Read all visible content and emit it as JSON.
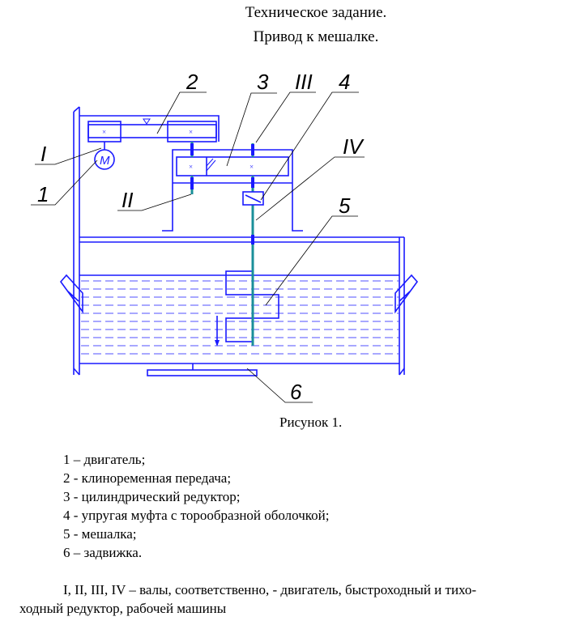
{
  "header": {
    "title": "Техническое задание.",
    "subtitle": "Привод к мешалке."
  },
  "figure": {
    "caption": "Рисунок 1.",
    "labels": {
      "n1": "1",
      "n2": "2",
      "n3": "3",
      "n4": "4",
      "n5": "5",
      "n6": "6",
      "r1": "I",
      "r2": "II",
      "r3": "III",
      "r4": "IV"
    },
    "motor_letter": "M",
    "colors": {
      "lines": "#1a1aff",
      "shaft": "#1a8f9a"
    }
  },
  "legend": [
    "1 – двигатель;",
    "2 - клиноременная передача;",
    "3 - цилиндрический редуктор;",
    "4 - упругая муфта с торообразной оболочкой;",
    "5 - мешалка;",
    "6 – задвижка."
  ],
  "note": {
    "line1": "I, II, III, IV – валы, соответственно, - двигатель, быстроходный и тихо-",
    "line2": "ходный редуктор, рабочей машины"
  }
}
